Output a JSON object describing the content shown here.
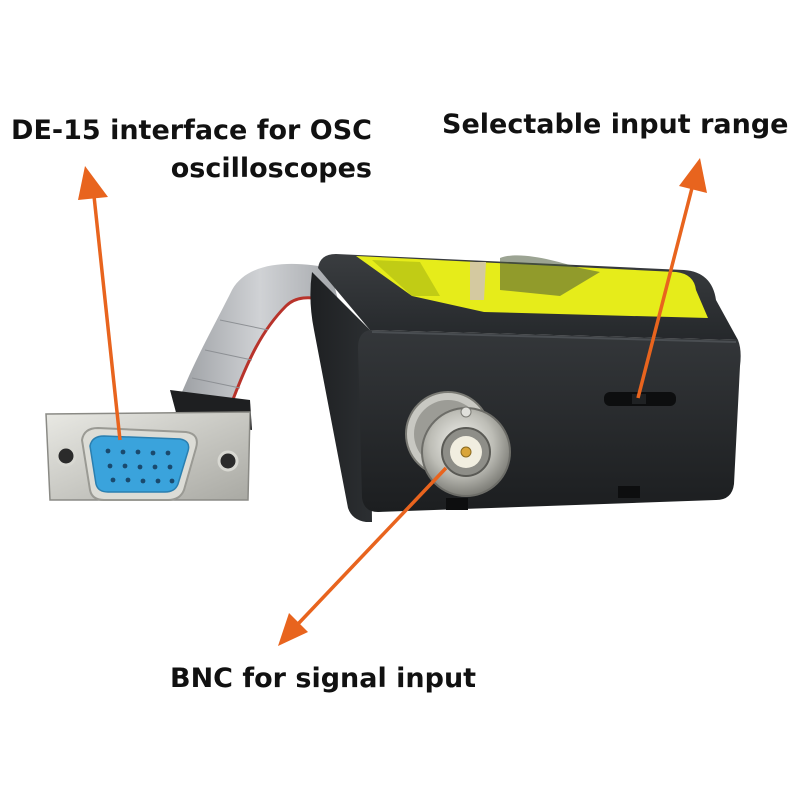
{
  "labels": {
    "de15_line1": "DE-15 interface for OSC",
    "de15_line2": "oscilloscopes",
    "range": "Selectable input range",
    "bnc": "BNC for signal input"
  },
  "colors": {
    "background": "#ffffff",
    "arrow": "#e8641e",
    "enclosure": "#2a2d30",
    "label_sticker": "#e6ec1a",
    "vga_connector": "#3aa3dc",
    "ribbon_cable": "#b9bcc0",
    "metal": "#c9c9c4"
  }
}
